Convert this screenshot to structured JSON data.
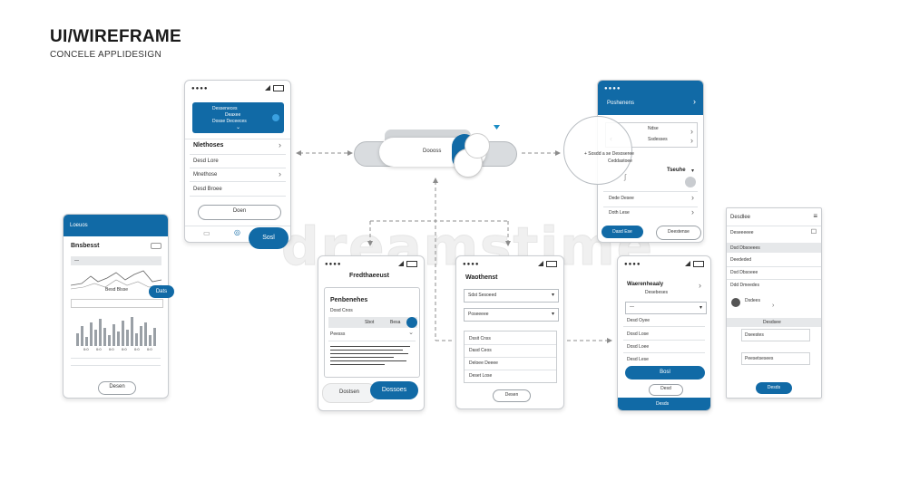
{
  "header": {
    "title": "UI/WIREFRAME",
    "subtitle": "CONCELE APPLIDESIGN"
  },
  "screen1": {
    "banner_lines": [
      "Desseneces",
      "Deaxee",
      "Dosse Deceeces"
    ],
    "rows": [
      "Nlethoses",
      "Desd Lore",
      "Mnethose",
      "Desd Broee"
    ],
    "button": "Doen",
    "fab": "Sosl"
  },
  "center_pill": {
    "label": "Doooss"
  },
  "screen_dash": {
    "header": "Loeuos",
    "title": "Bnsbesst",
    "chart_label": "Besd Blsse",
    "fab": "Dats",
    "bar_labels": [
      "0:0",
      "0:0",
      "0:0",
      "0:0",
      "0:0",
      "0:0"
    ],
    "button": "Desen"
  },
  "screen_form1": {
    "title": "Fredthaeeust",
    "card_title": "Penbenehes",
    "card_sub": "Dosd Cnos",
    "play_left": "Sbot",
    "play_right": "Besa",
    "row": "Peesss",
    "btn_left": "Dostsen",
    "btn_right": "Dossoes"
  },
  "screen_form2": {
    "title": "Waothenst",
    "selects": [
      "Sdst Sesoeed",
      "Poseeeee"
    ],
    "rows": [
      "Dssit Cnss",
      "Dasd Ceos",
      "Deloee Deeee",
      "Deset Lose"
    ],
    "button": "Desen"
  },
  "screen_right": {
    "header": "Poshenens",
    "rows": [
      "Ndse",
      "Ssdesses"
    ],
    "label": "Tseuhe",
    "magnifier_lines": [
      "+ Sosdd a  se Desoseree",
      "Ceddastoee"
    ],
    "rows2": [
      "Dede Desee",
      "Doth Lese"
    ],
    "btn_left": "Dasd Ese",
    "btn_right": "Deestense"
  },
  "screen_login": {
    "title": "Waerenheaaly",
    "subtitle": "Desebeses",
    "select": "—",
    "rows": [
      "Desd Oyee",
      "Dosd Lose",
      "Dosd Loee",
      "Desd Lese"
    ],
    "btn_primary": "Bosl",
    "btn_outline": "Desd",
    "footer": "Desds"
  },
  "screen_list": {
    "header": "Desdlee",
    "rows": [
      "Deseeeeee",
      "Dsd Dbsoeees",
      "Deededed",
      "Dsd Dbsoeee",
      "Ddd Dmeedes"
    ],
    "user": "Dsdees",
    "section": "Desdsee",
    "fields": [
      "Dseestes",
      "Peesetsesees"
    ],
    "button": "Desds"
  },
  "watermark": "dreamstime"
}
